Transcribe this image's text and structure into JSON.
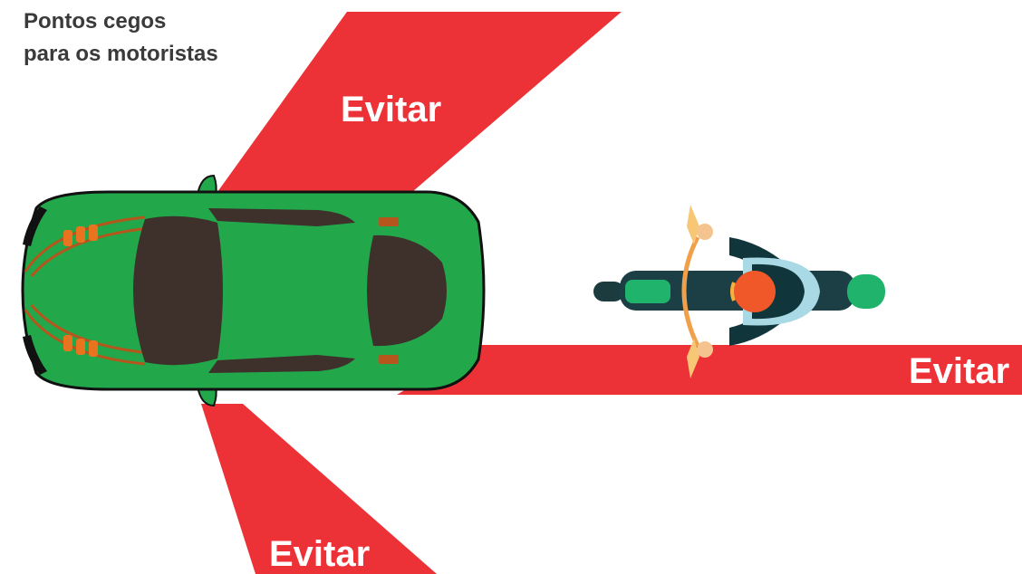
{
  "title": {
    "line1": "Pontos cegos",
    "line2": "para os motoristas"
  },
  "zones": {
    "front_label": "Evitar",
    "side_label": "Evitar",
    "rear_label": "Evitar",
    "color": "#ec3237"
  },
  "vehicles": {
    "car": {
      "color": "#22a84a",
      "glass_color": "#3e302b"
    },
    "motorcycle": {
      "color": "#1d7c6e",
      "helmet_color": "#f0582a"
    }
  }
}
